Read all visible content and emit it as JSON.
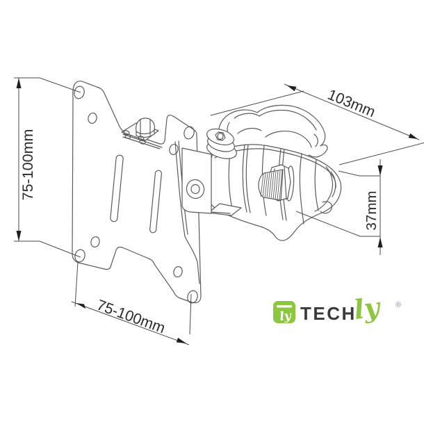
{
  "dimensions": {
    "vesa_vertical": "75-100mm",
    "vesa_horizontal": "75-100mm",
    "clamp_width": "103mm",
    "clamp_height": "37mm"
  },
  "logo": {
    "icon_text": "ly",
    "brand": "TECH",
    "suffix": "ly",
    "registered": "®",
    "green": "#8dc63f",
    "dark": "#3a3a3a"
  },
  "colors": {
    "background": "#ffffff",
    "drawing_line": "#5a5a5a",
    "dimension_line": "#4a4a4a",
    "label_text": "#2b2b2b"
  }
}
